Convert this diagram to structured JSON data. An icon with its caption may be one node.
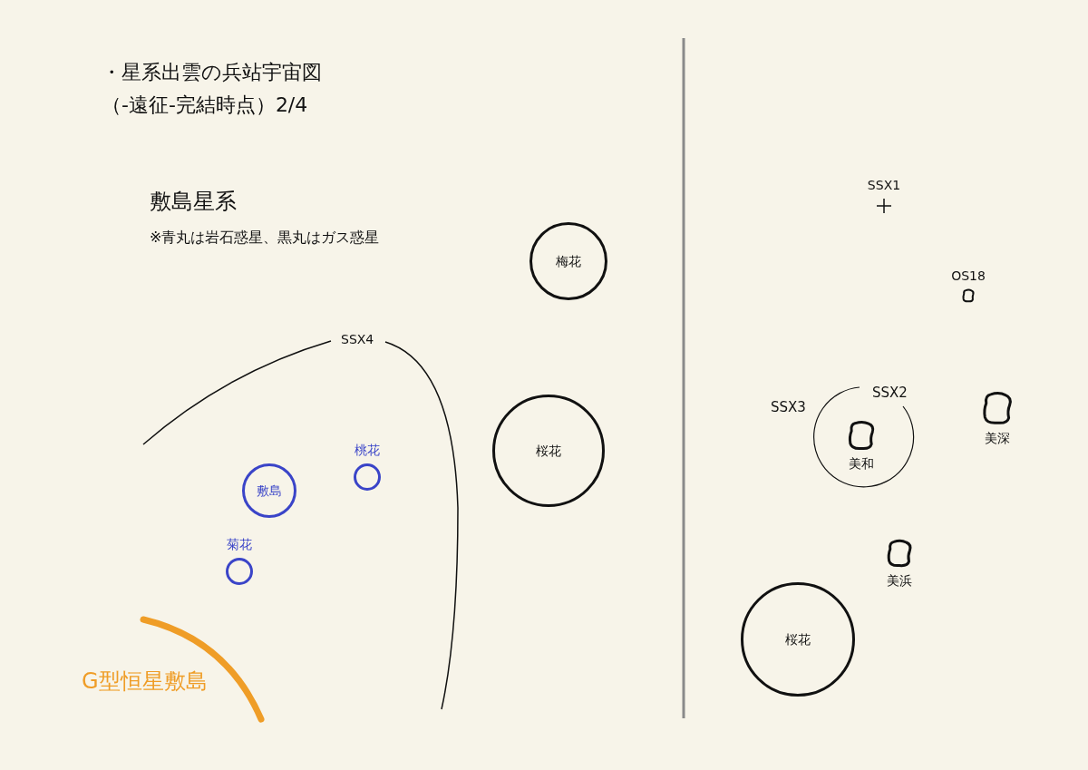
{
  "diagram": {
    "title": "・星系出雲の兵站宇宙図（-遠征-完結時点）2/4",
    "nodes": [
      {
        "text": [
          "梅花"
        ]
      },
      {
        "text": [
          "桜花"
        ]
      },
      {
        "text": [
          "桃花"
        ]
      },
      {
        "text": [
          "敷島"
        ]
      },
      {
        "text": [
          "菊花"
        ]
      },
      {
        "text": [
          "SSX1"
        ]
      },
      {
        "text": [
          "OS18"
        ]
      },
      {
        "text": [
          "美和"
        ]
      },
      {
        "text": [
          "美深"
        ]
      },
      {
        "text": [
          "美浜"
        ]
      },
      {
        "text": [
          "桜花"
        ]
      }
    ],
    "labels": [
      "敷島星系",
      "※青丸は岩石惑星、黒丸はガス惑星",
      "SSX4",
      "SSX2",
      "SSX3",
      "G型恒星敷島"
    ]
  }
}
